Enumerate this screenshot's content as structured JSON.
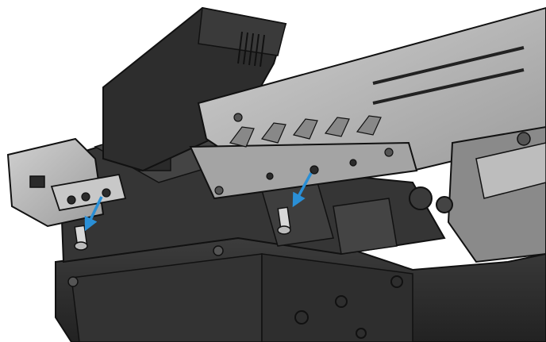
{
  "figure": {
    "kind": "assembly-instruction-illustration",
    "background_color": "#ffffff",
    "colors": {
      "housing_dark": "#2b2b2b",
      "housing_mid": "#3a3a3a",
      "housing_light": "#4a4a4a",
      "bracket_metal": "#b8b8b8",
      "bracket_metal_dark": "#8f8f8f",
      "arrow_accent": "#2a8fd6",
      "outline": "#111111"
    },
    "arrows": [
      {
        "name": "left-screw-arrow",
        "direction": "down-left"
      },
      {
        "name": "center-screw-arrow",
        "direction": "down-left"
      }
    ],
    "screws_removed": 2
  }
}
